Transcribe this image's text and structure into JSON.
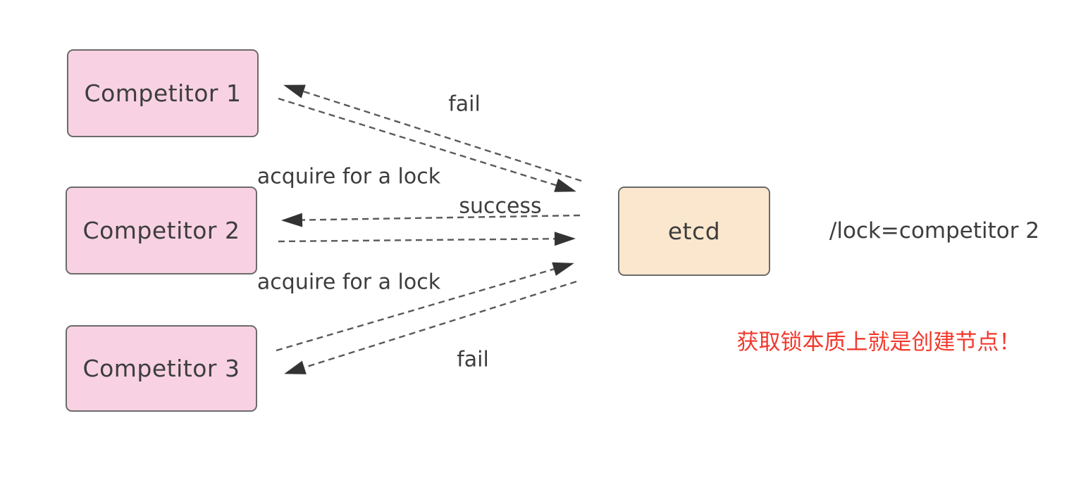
{
  "diagram": {
    "nodes": {
      "competitor1": {
        "label": "Competitor 1",
        "fill": "#f8d2e2"
      },
      "competitor2": {
        "label": "Competitor 2",
        "fill": "#f8d2e2"
      },
      "competitor3": {
        "label": "Competitor 3",
        "fill": "#f8d2e2"
      },
      "etcd": {
        "label": "etcd",
        "fill": "#fbe7cd"
      }
    },
    "edge_labels": {
      "fail_top": "fail",
      "acquire_top": "acquire for a lock",
      "success": "success",
      "acquire_bottom": "acquire for a lock",
      "fail_bottom": "fail"
    },
    "arrows": [
      {
        "from": "etcd",
        "to": "Competitor 1",
        "style": "dashed",
        "meaning": "fail"
      },
      {
        "from": "Competitor 1",
        "to": "etcd",
        "style": "dashed",
        "meaning": "acquire for a lock"
      },
      {
        "from": "etcd",
        "to": "Competitor 2",
        "style": "dashed",
        "meaning": "success"
      },
      {
        "from": "Competitor 2",
        "to": "etcd",
        "style": "dashed",
        "meaning": "acquire for a lock"
      },
      {
        "from": "Competitor 3",
        "to": "etcd",
        "style": "dashed",
        "meaning": "acquire for a lock"
      },
      {
        "from": "etcd",
        "to": "Competitor 3",
        "style": "dashed",
        "meaning": "fail"
      }
    ],
    "lock_value": "/lock=competitor 2",
    "annotation": "获取锁本质上就是创建节点！",
    "colors": {
      "background": "#ffffff",
      "competitor_fill": "#f8d2e2",
      "etcd_fill": "#fbe7cd",
      "node_border": "#6b6b6b",
      "text": "#3d3d3d",
      "arrow_line": "#5a5a5a",
      "arrow_head": "#333333",
      "annotation": "#f2392c"
    }
  }
}
